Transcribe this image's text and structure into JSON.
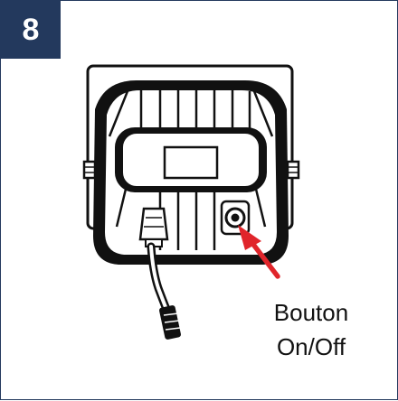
{
  "step": {
    "number": "8"
  },
  "callout": {
    "line1": "Bouton",
    "line2": "On/Off"
  },
  "colors": {
    "badge": "#23395d",
    "arrow": "#e0252b",
    "device": "#111111"
  },
  "icons": {
    "device": "floodlight-device-icon",
    "arrow": "arrow-icon",
    "button": "power-button-icon"
  }
}
